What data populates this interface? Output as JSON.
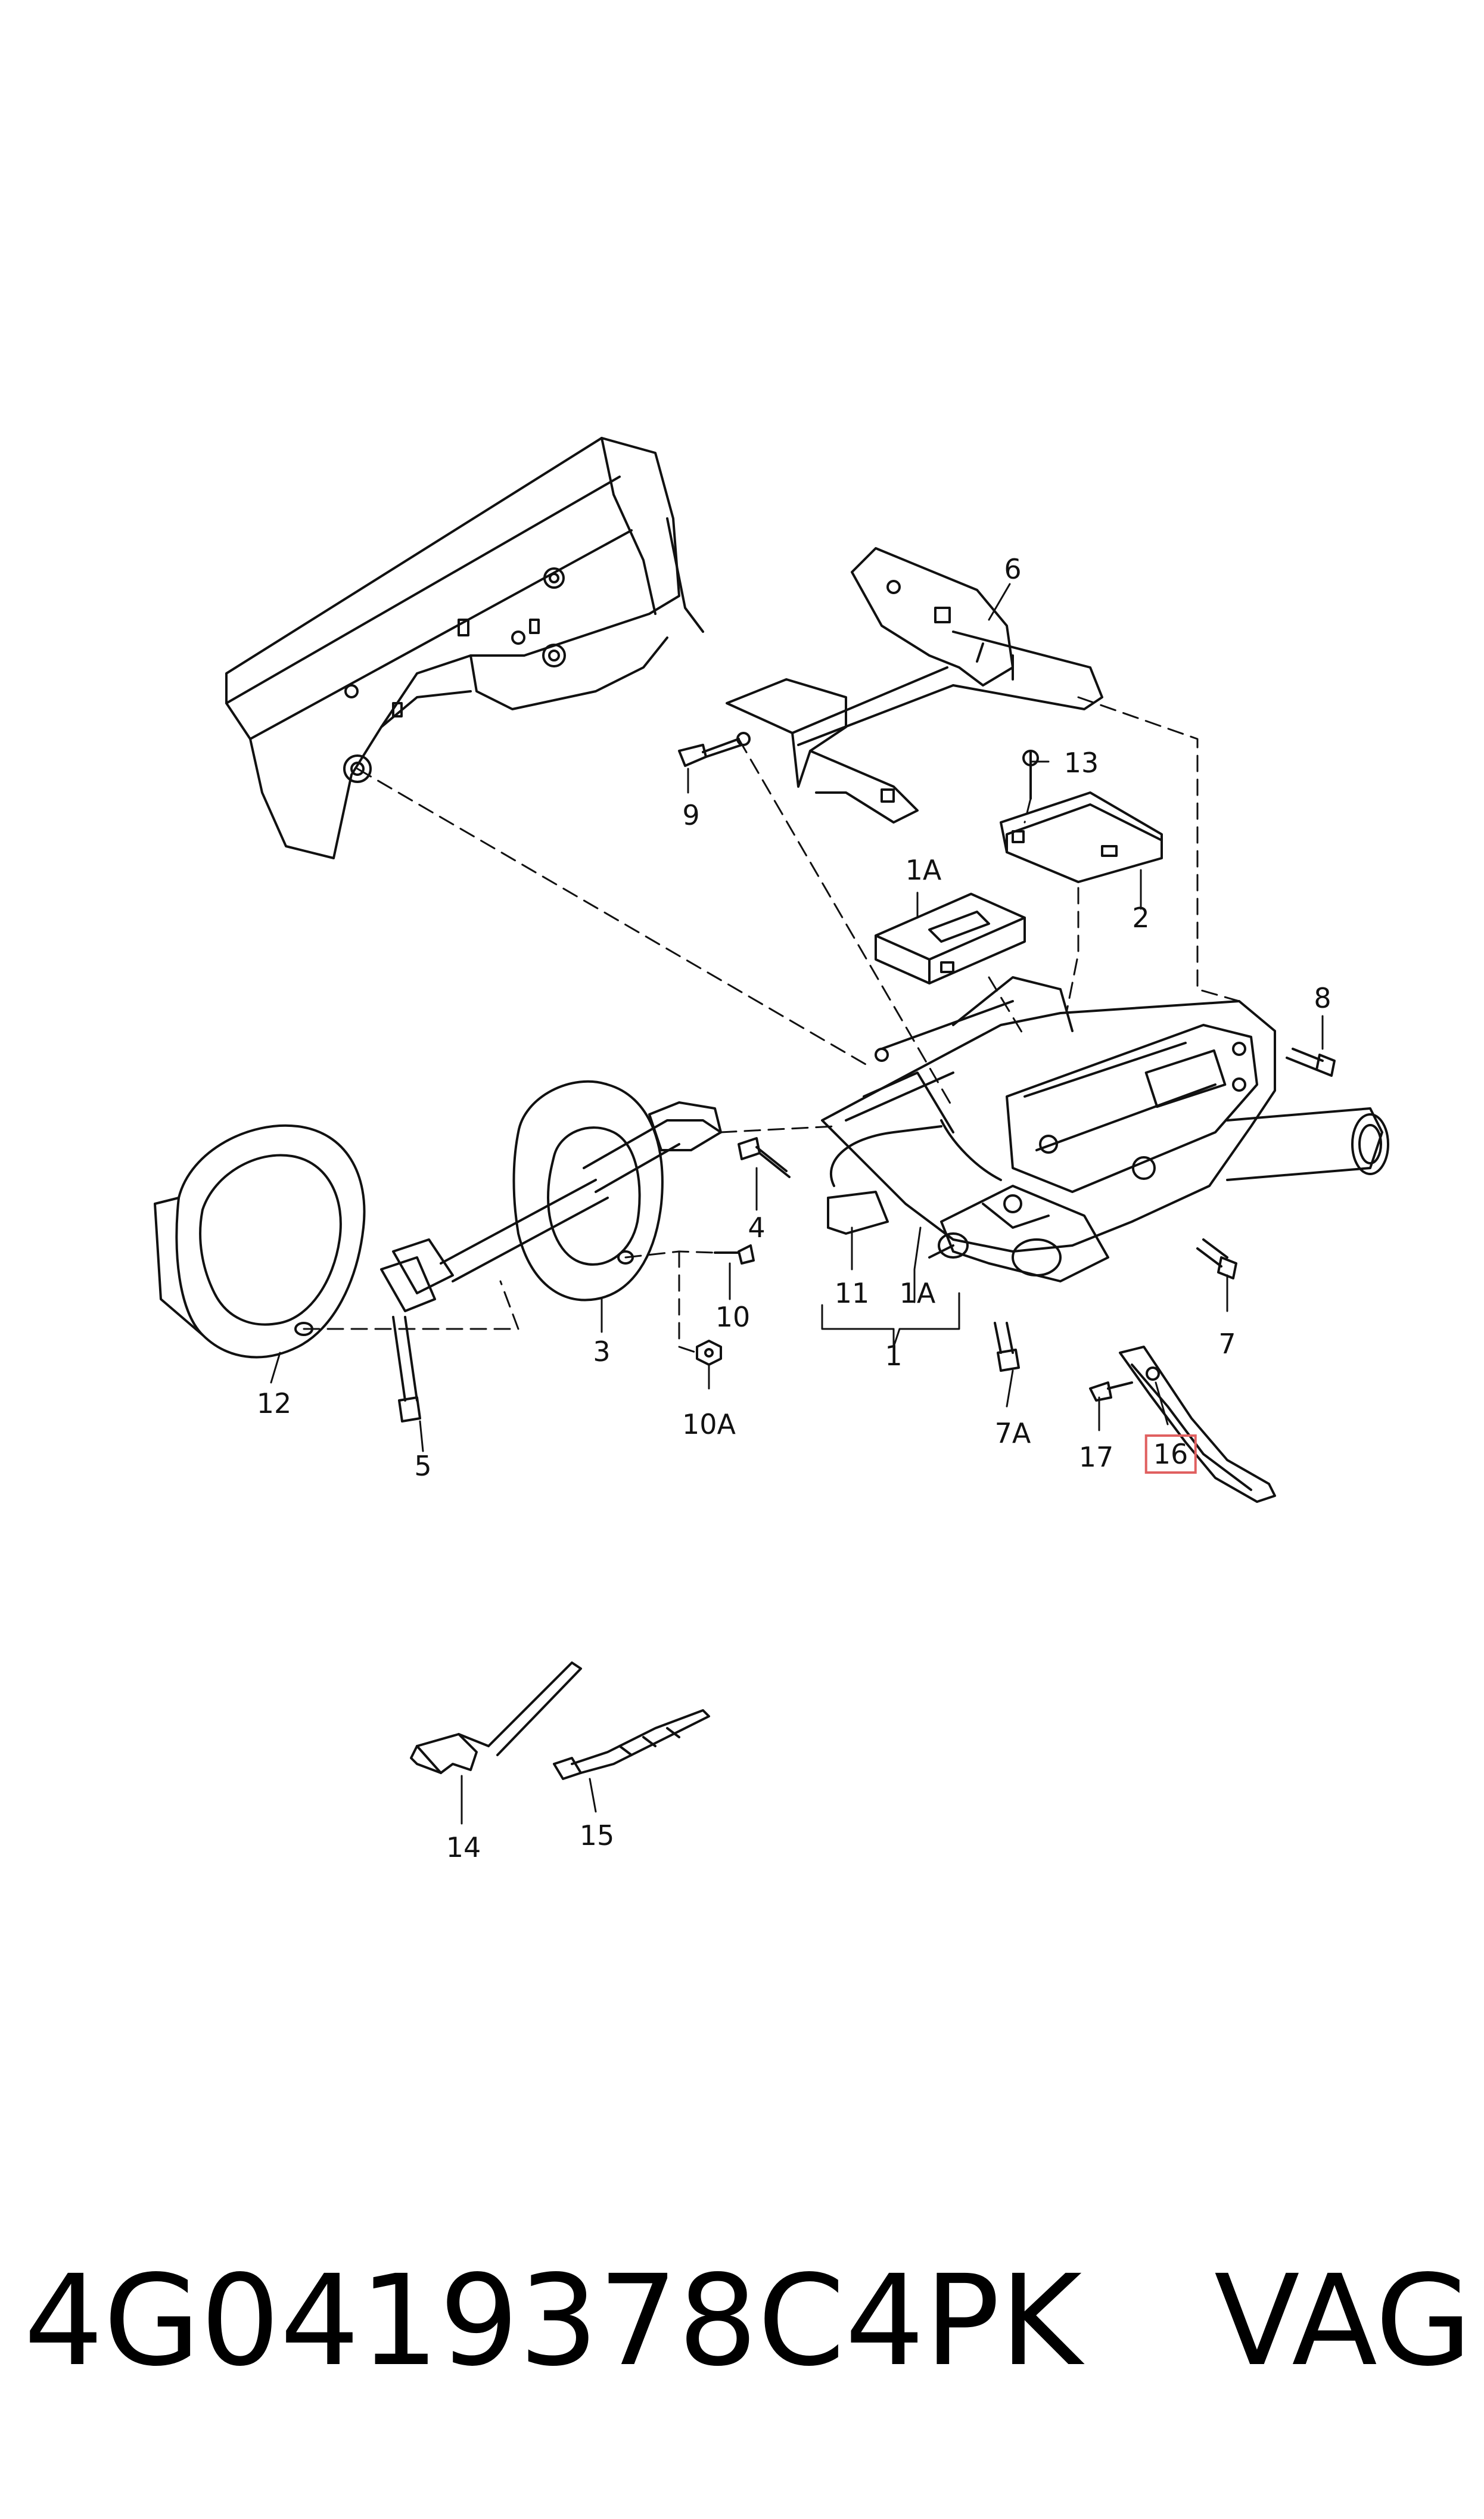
{
  "callouts": {
    "c6": "6",
    "c9": "9",
    "c13": "13",
    "c2": "2",
    "c1A_top": "1A",
    "c8": "8",
    "c4": "4",
    "c11": "11",
    "c1A_bottom": "1A",
    "c1": "1",
    "c7": "7",
    "c12": "12",
    "c3": "3",
    "c10": "10",
    "c10A": "10A",
    "c5": "5",
    "c7A": "7A",
    "c17": "17",
    "c16": "16",
    "c14": "14",
    "c15": "15"
  },
  "footer": {
    "part_number": "4G0419378C4PK",
    "brand": "VAG"
  },
  "highlight_color": "#e06060"
}
